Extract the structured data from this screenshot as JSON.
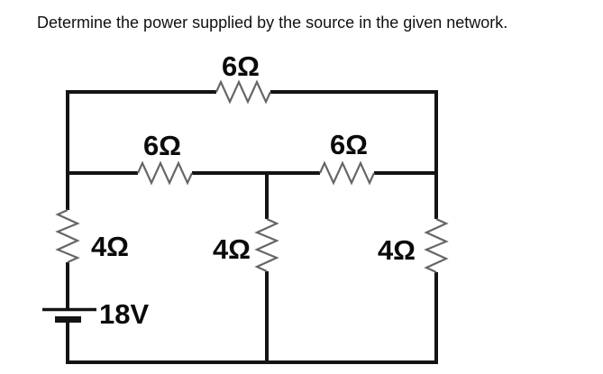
{
  "title": "Determine the power supplied by the source in the given network.",
  "circuit": {
    "kind": "resistive network with one DC voltage source",
    "voltage_source": {
      "label": "18V",
      "symbol": "battery"
    },
    "resistors": [
      {
        "label": "6Ω",
        "position": "top branch"
      },
      {
        "label": "6Ω",
        "position": "middle branch left"
      },
      {
        "label": "6Ω",
        "position": "middle branch right"
      },
      {
        "label": "4Ω",
        "position": "left branch"
      },
      {
        "label": "4Ω",
        "position": "center branch"
      },
      {
        "label": "4Ω",
        "position": "right branch"
      }
    ]
  },
  "colors": {
    "wire": "#141414",
    "resistor_zigzag": "#666666",
    "label_text": "#0a0a0a",
    "background": "#ffffff"
  }
}
